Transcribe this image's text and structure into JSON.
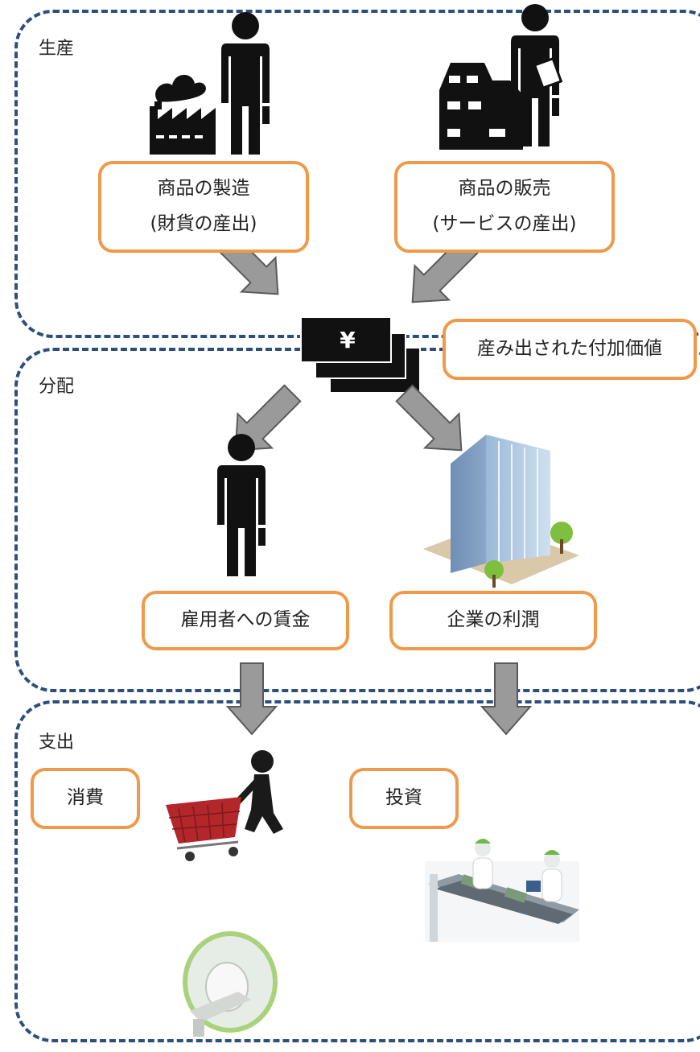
{
  "sections": {
    "production": {
      "label": "生産"
    },
    "distribution": {
      "label": "分配"
    },
    "expenditure": {
      "label": "支出"
    }
  },
  "boxes": {
    "manufacturing": {
      "line1": "商品の製造",
      "line2": "(財貨の産出)"
    },
    "sales": {
      "line1": "商品の販売",
      "line2": "(サービスの産出)"
    },
    "value_added": {
      "text": "産み出された付加価値"
    },
    "wages": {
      "text": "雇用者への賃金"
    },
    "profit": {
      "text": "企業の利潤"
    },
    "consumption": {
      "text": "消費"
    },
    "investment": {
      "text": "投資"
    }
  },
  "money": {
    "symbol": "¥"
  },
  "colors": {
    "dashed_border": "#2c4f7c",
    "box_border": "#ef9a4a",
    "arrow_fill": "#9a9a9a",
    "arrow_stroke": "#5a5a5a",
    "silhouette": "#111111"
  },
  "icons": [
    "factory-icon",
    "worker-icon",
    "house-icon",
    "salesperson-icon",
    "yen-notes-icon",
    "office-building-icon",
    "shopping-cart-person-icon",
    "factory-line-workers-icon",
    "mri-scanner-icon"
  ]
}
